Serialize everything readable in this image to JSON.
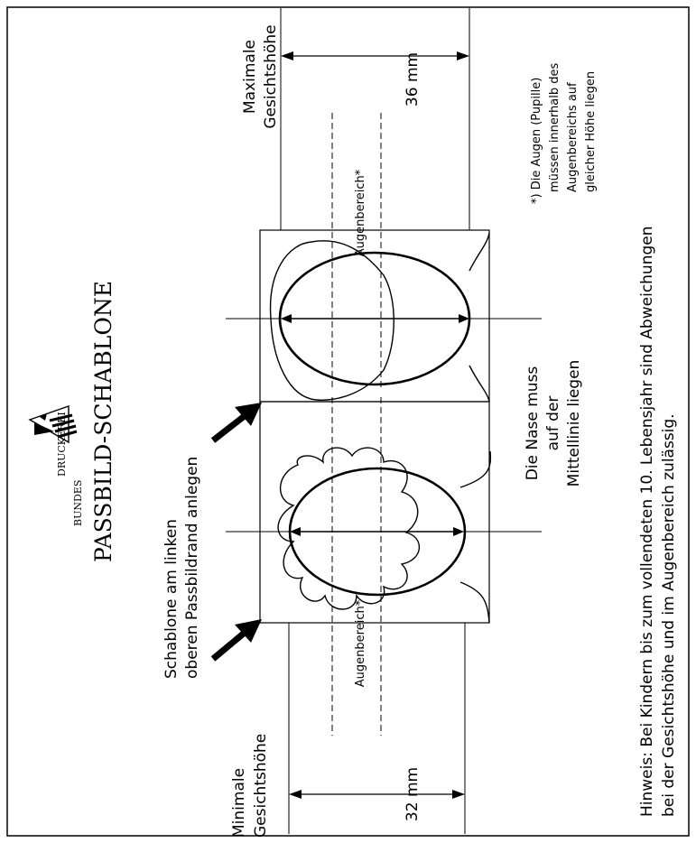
{
  "header": {
    "title": "PASSBILD-SCHABLONE",
    "logo_line1": "BUNDES",
    "logo_line2": "DRUCKEREI"
  },
  "instruction": {
    "line1": "Schablone am linken",
    "line2": "oberen Passbildrand anlegen"
  },
  "min_face": {
    "label_line1": "Minimale",
    "label_line2": "Gesichtshöhe",
    "measure": "32 mm",
    "eye_zone": "Augenbereich*"
  },
  "max_face": {
    "label_line1": "Maximale",
    "label_line2": "Gesichtshöhe",
    "measure": "36 mm",
    "eye_zone": "Augenbereich*"
  },
  "nose_note": {
    "line1": "Die Nase muss",
    "line2": "auf der",
    "line3": "Mittellinie liegen"
  },
  "footnote": {
    "line1": "*) Die Augen (Pupille)",
    "line2": "müssen innerhalb des",
    "line3": "Augenbereichs auf",
    "line4": "gleicher Höhe liegen"
  },
  "hint": {
    "line1": "Hinweis: Bei Kindern bis zum vollendeten 10. Lebensjahr sind Abweichungen",
    "line2": "bei der Gesichtshöhe und im Augenbereich zulässig."
  }
}
